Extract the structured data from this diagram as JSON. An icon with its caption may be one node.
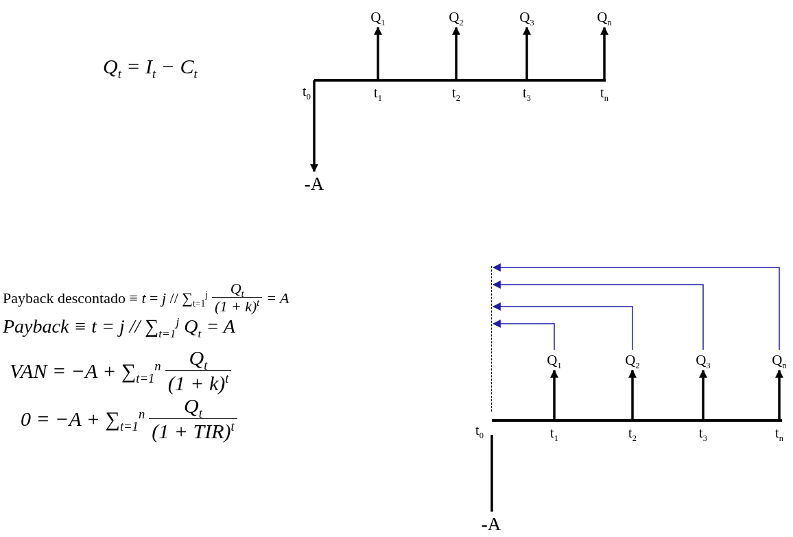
{
  "diagram": {
    "nodes": [
      {
        "text": [
          "Q$_{1}$"
        ]
      },
      {
        "text": [
          "Q$_{2}$"
        ]
      },
      {
        "text": [
          "Q$_{3}$"
        ]
      },
      {
        "text": [
          "Q$_{n}$"
        ]
      },
      {
        "text": [
          "-A"
        ]
      },
      {
        "text": [],
        "shape": "bar"
      },
      {
        "text": [
          "Q$_{1}$"
        ]
      },
      {
        "text": [
          "Q$_{2}$"
        ]
      },
      {
        "text": [
          "Q$_{3}$"
        ]
      },
      {
        "text": [
          "Q$_{n}$"
        ]
      },
      {
        "text": [
          "-A"
        ]
      }
    ],
    "edges": [
      {
        "from": null,
        "to": 0,
        "arrow": "to"
      },
      {
        "from": null,
        "to": 1,
        "arrow": "to"
      },
      {
        "from": null,
        "to": 2,
        "arrow": "to"
      },
      {
        "from": null,
        "to": 3,
        "arrow": "to"
      },
      {
        "from": null,
        "to": 4,
        "arrow": "to"
      },
      {
        "from": null,
        "to": 6,
        "arrow": "to"
      },
      {
        "from": null,
        "to": 7,
        "arrow": "to"
      },
      {
        "from": null,
        "to": 8,
        "arrow": "to"
      },
      {
        "from": null,
        "to": 9,
        "arrow": "to"
      },
      {
        "from": null,
        "to": 10,
        "arrow": "none"
      },
      {
        "from": 6,
        "to": 5,
        "arrow": "to",
        "color": "#1c1ca8"
      },
      {
        "from": 7,
        "to": 5,
        "arrow": "to",
        "color": "#1c1ca8"
      },
      {
        "from": 8,
        "to": 5,
        "arrow": "to",
        "color": "#1c1ca8"
      },
      {
        "from": 9,
        "to": 5,
        "arrow": "to",
        "color": "#1c1ca8"
      }
    ],
    "labels": [
      "Q$_{t}$ = I$_{t}$ − C$_{t}$",
      "t$_{0}$",
      "t$_{1}$",
      "t$_{2}$",
      "t$_{3}$",
      "t$_{n}$",
      "Payback descontado ≡ *t* = *j* // ∑$_{t=1}$$^{j}$",
      "Q$_{t}$",
      "(1 + k)$^{t}$",
      "= A",
      "Payback ≡ t = j // ∑$_{t=1}$$^{j}$ Q$_{t}$ = A",
      "VAN = −A + ∑$_{t=1}$$^{n}$",
      "Q$_{t}$",
      "(1 + k)$^{t}$",
      "0 = −A + ∑$_{t=1}$$^{n}$",
      "Q$_{t}$",
      "(1 + TIR)$^{t}$",
      "t$_{0}$",
      "t$_{1}$",
      "t$_{2}$",
      "t$_{3}$",
      "t$_{n}$"
    ]
  }
}
